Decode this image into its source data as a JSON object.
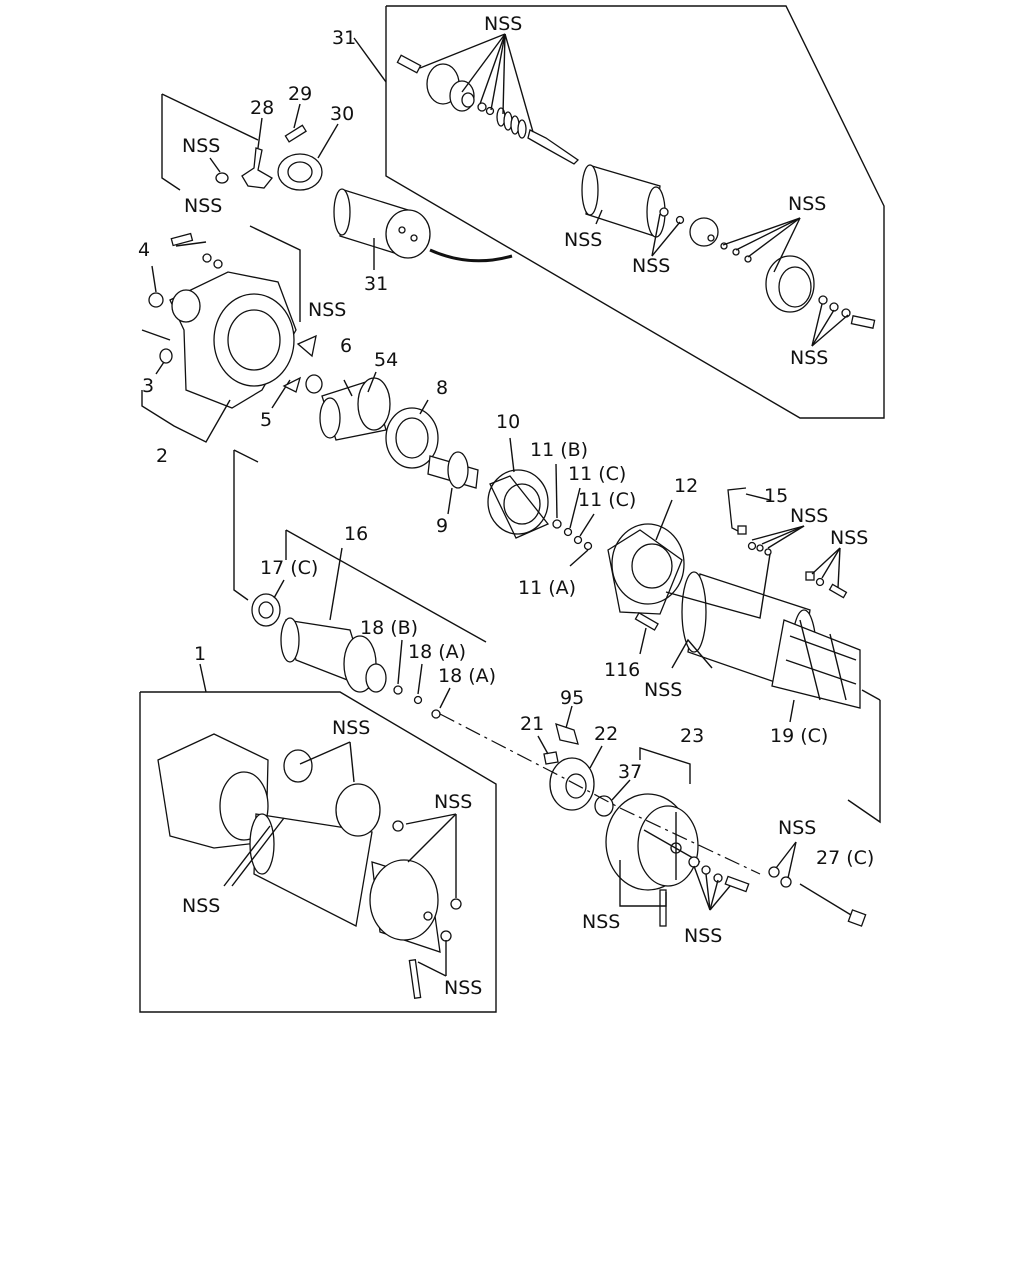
{
  "labels": {
    "l31a": "31",
    "l31b": "31",
    "l28": "28",
    "l29": "29",
    "l30": "30",
    "l4": "4",
    "l3": "3",
    "l2": "2",
    "l5": "5",
    "l6": "6",
    "l54": "54",
    "l8": "8",
    "l9": "9",
    "l10": "10",
    "l11b": "11 (B)",
    "l11c1": "11 (C)",
    "l11c2": "11 (C)",
    "l11a": "11 (A)",
    "l12": "12",
    "l15": "15",
    "l16": "16",
    "l17c": "17 (C)",
    "l18b": "18 (B)",
    "l18a1": "18 (A)",
    "l18a2": "18 (A)",
    "l116": "116",
    "l19c": "19 (C)",
    "l1": "1",
    "l95": "95",
    "l21": "21",
    "l22": "22",
    "l23": "23",
    "l37": "37",
    "l27c": "27 (C)"
  },
  "nss": "NSS"
}
